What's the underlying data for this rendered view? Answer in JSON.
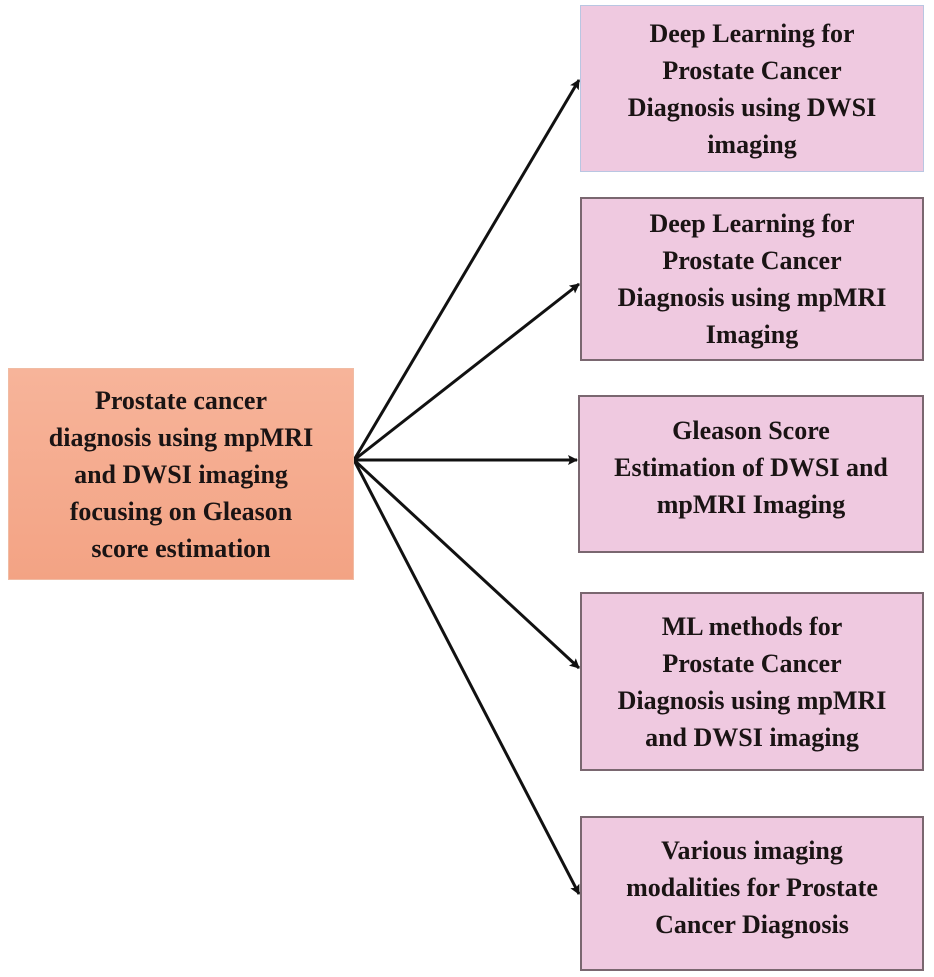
{
  "diagram": {
    "root": {
      "label": "Prostate cancer\ndiagnosis using mpMRI\nand DWSI imaging\nfocusing on Gleason\nscore estimation",
      "fill": "#f4a98a"
    },
    "children": [
      {
        "label": "Deep Learning for\nProstate Cancer\nDiagnosis using DWSI\nimaging"
      },
      {
        "label": "Deep Learning for\nProstate Cancer\nDiagnosis using mpMRI\nImaging"
      },
      {
        "label": "Gleason Score\nEstimation of DWSI and\nmpMRI Imaging"
      },
      {
        "label": "ML methods for\nProstate Cancer\nDiagnosis using mpMRI\nand DWSI imaging"
      },
      {
        "label": "Various imaging\nmodalities for Prostate\nCancer Diagnosis"
      }
    ],
    "child_fill": "#efc9e0",
    "edges": [
      {
        "from": "root",
        "to": 0
      },
      {
        "from": "root",
        "to": 1
      },
      {
        "from": "root",
        "to": 2
      },
      {
        "from": "root",
        "to": 3
      },
      {
        "from": "root",
        "to": 4
      }
    ]
  }
}
